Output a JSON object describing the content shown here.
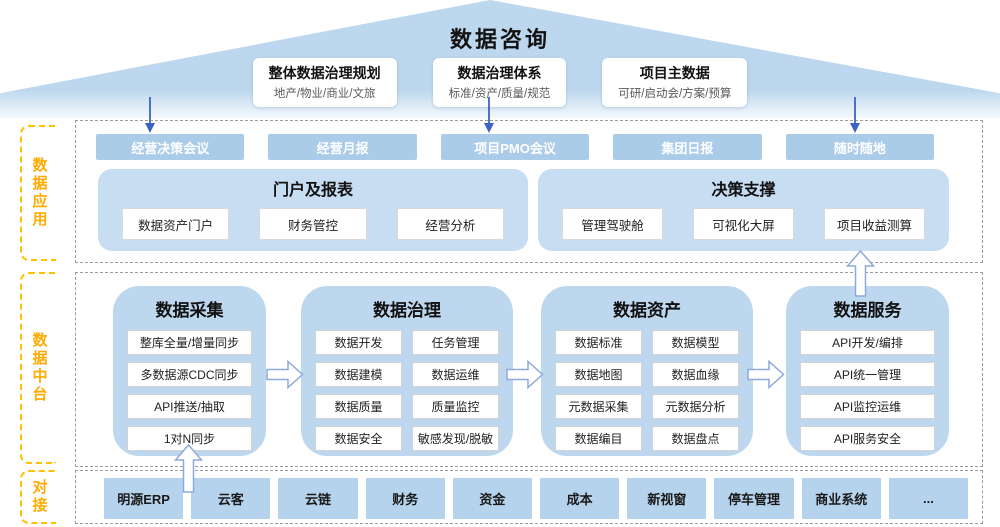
{
  "roof": {
    "title": "数据咨询",
    "boxes": [
      {
        "title": "整体数据治理规划",
        "subtitle": "地产/物业/商业/文旅"
      },
      {
        "title": "数据治理体系",
        "subtitle": "标准/资产/质量/规范"
      },
      {
        "title": "项目主数据",
        "subtitle": "可研/启动会/方案/预算"
      }
    ]
  },
  "rails": [
    {
      "label": "数据应用"
    },
    {
      "label": "数据中台"
    },
    {
      "label": "对接"
    }
  ],
  "application": {
    "channels": [
      "经营决策会议",
      "经营月报",
      "项目PMO会议",
      "集团日报",
      "随时随地"
    ],
    "groups": [
      {
        "title": "门户及报表",
        "items": [
          "数据资产门户",
          "财务管控",
          "经营分析"
        ]
      },
      {
        "title": "决策支撑",
        "items": [
          "管理驾驶舱",
          "可视化大屏",
          "项目收益测算"
        ]
      }
    ]
  },
  "platform": {
    "columns": [
      {
        "title": "数据采集",
        "items": [
          "整库全量/增量同步",
          "多数据源CDC同步",
          "API推送/抽取",
          "1对N同步"
        ]
      },
      {
        "title": "数据治理",
        "items": [
          "数据开发",
          "任务管理",
          "数据建模",
          "数据运维",
          "数据质量",
          "质量监控",
          "数据安全",
          "敏感发现/脱敏"
        ]
      },
      {
        "title": "数据资产",
        "items": [
          "数据标准",
          "数据模型",
          "数据地图",
          "数据血缘",
          "元数据采集",
          "元数据分析",
          "数据编目",
          "数据盘点"
        ]
      },
      {
        "title": "数据服务",
        "items": [
          "API开发/编排",
          "API统一管理",
          "API监控运维",
          "API服务安全"
        ]
      }
    ]
  },
  "integration": {
    "systems": [
      "明源ERP",
      "云客",
      "云链",
      "财务",
      "资金",
      "成本",
      "新视窗",
      "停车管理",
      "商业系统",
      "..."
    ]
  },
  "colors": {
    "roof_blue": "#bdd7ee",
    "box_blue": "#abcce9",
    "container_blue": "#c6ddf2",
    "system_blue": "#b6d3ee",
    "rail_orange": "#ffab00",
    "rail_border": "#ffc000",
    "thin_arrow_blue": "#3b63c4",
    "block_arrow_stroke": "#8ea9db",
    "dashed_border": "#9c9c9c"
  }
}
